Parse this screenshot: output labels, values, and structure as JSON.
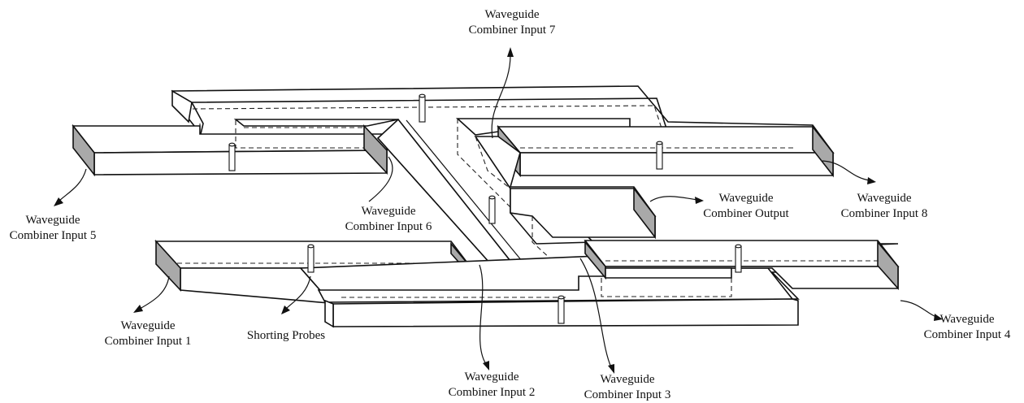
{
  "figure": {
    "labels": {
      "input1": [
        "Waveguide",
        "Combiner Input 1"
      ],
      "input2": [
        "Waveguide",
        "Combiner Input 2"
      ],
      "input3": [
        "Waveguide",
        "Combiner Input 3"
      ],
      "input4": [
        "Waveguide",
        "Combiner Input 4"
      ],
      "input5": [
        "Waveguide",
        "Combiner Input 5"
      ],
      "input6": [
        "Waveguide",
        "Combiner Input 6"
      ],
      "input7": [
        "Waveguide",
        "Combiner Input 7"
      ],
      "input8": [
        "Waveguide",
        "Combiner Input 8"
      ],
      "output": [
        "Waveguide",
        "Combiner Output"
      ],
      "probes": "Shorting Probes"
    },
    "colors": {
      "line": "#111111",
      "port_face": "#a9a9a9",
      "background": "#ffffff"
    }
  }
}
